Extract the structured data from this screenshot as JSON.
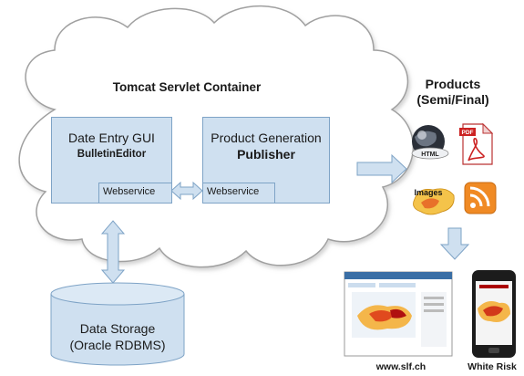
{
  "container": {
    "title": "Tomcat Servlet Container"
  },
  "editor": {
    "line1": "Date Entry GUI",
    "line2": "BulletinEditor",
    "service": "Webservice"
  },
  "publisher": {
    "line1": "Product Generation",
    "line2": "Publisher",
    "service": "Webservice"
  },
  "storage": {
    "line1": "Data Storage",
    "line2": "(Oracle RDBMS)"
  },
  "products": {
    "title_line1": "Products",
    "title_line2": "(Semi/Final)",
    "icons": [
      {
        "name": "html-globe-icon",
        "label": "HTML"
      },
      {
        "name": "pdf-icon",
        "label": "PDF"
      },
      {
        "name": "images-icon",
        "label": "Images"
      },
      {
        "name": "rss-icon",
        "label": ""
      }
    ]
  },
  "outputs": {
    "website": "www.slf.ch",
    "mobile": "White Risk"
  },
  "colors": {
    "box_fill": "#cfe0f0",
    "box_border": "#7ea3c6",
    "arrow_fill": "#cfe0f0",
    "cloud_stroke": "#a0a0a0"
  }
}
